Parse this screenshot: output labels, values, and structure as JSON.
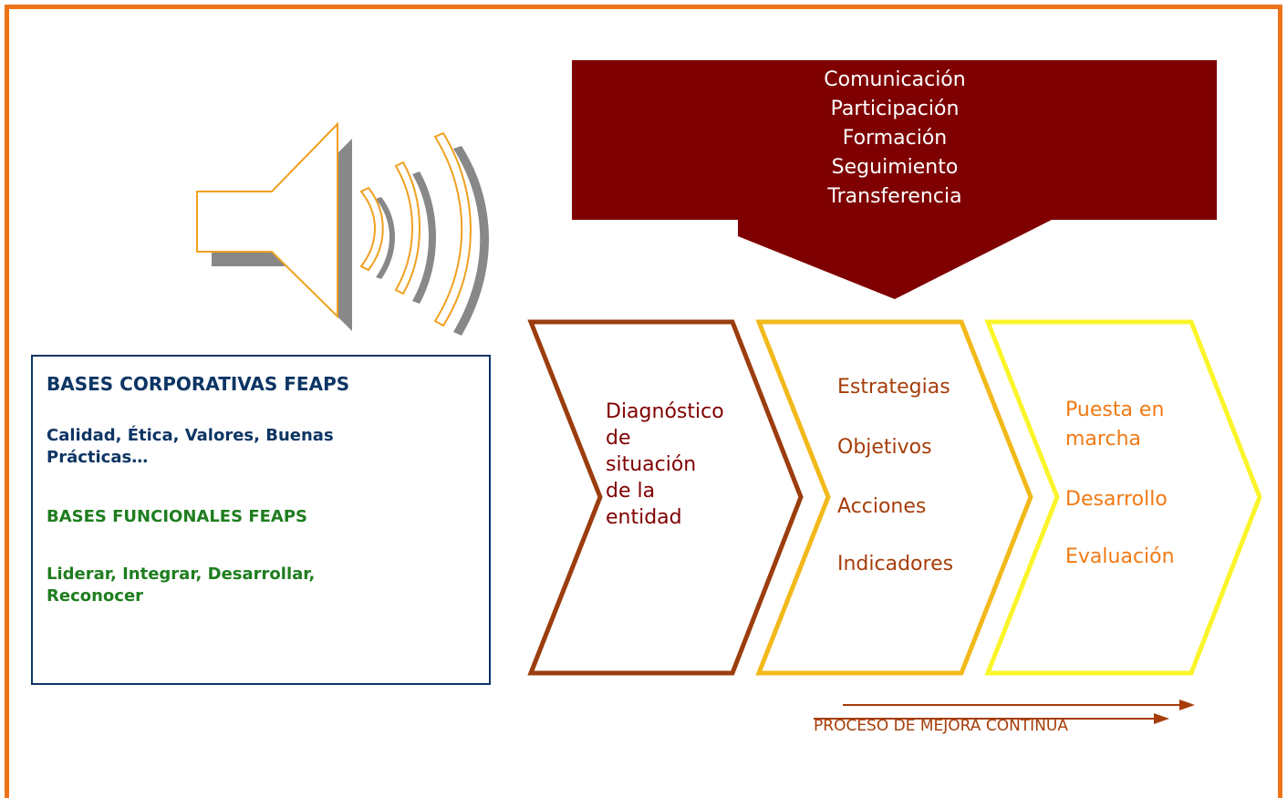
{
  "banner": {
    "lines": [
      "Comunicación",
      "Participación",
      "Formación",
      "Seguimiento",
      "Transferencia"
    ],
    "color": "#7F0000"
  },
  "bases": {
    "corporate_title": "BASES CORPORATIVAS FEAPS",
    "corporate_items_line1": "Calidad, Ética, Valores, Buenas",
    "corporate_items_line2": "Prácticas…",
    "functional_title": "BASES FUNCIONALES FEAPS",
    "functional_items_line1": "Liderar, Integrar, Desarrollar,",
    "functional_items_line2": "Reconocer",
    "corporate_color": "#0D3564",
    "functional_color": "#1E7D1E"
  },
  "steps": [
    {
      "lines": [
        "Diagnóstico",
        "de",
        "situación",
        "de la",
        "entidad"
      ],
      "color": "#7F0000",
      "outline": "#9B3D0E"
    },
    {
      "lines": [
        "Estrategias",
        "Objetivos",
        "Acciones",
        "Indicadores"
      ],
      "color": "#A63D0A",
      "outline": "#F2B91B"
    },
    {
      "lines": [
        "Puesta en",
        "marcha",
        "Desarrollo",
        "Evaluación"
      ],
      "color": "#F07A14",
      "outline": "#FAF52A"
    }
  ],
  "footer": {
    "label": "PROCESO DE MEJORA CONTINUA",
    "color": "#A63D0A"
  },
  "icons": [
    "speaker-icon",
    "sound-wave-icon"
  ],
  "frame_color": "#ED7418"
}
